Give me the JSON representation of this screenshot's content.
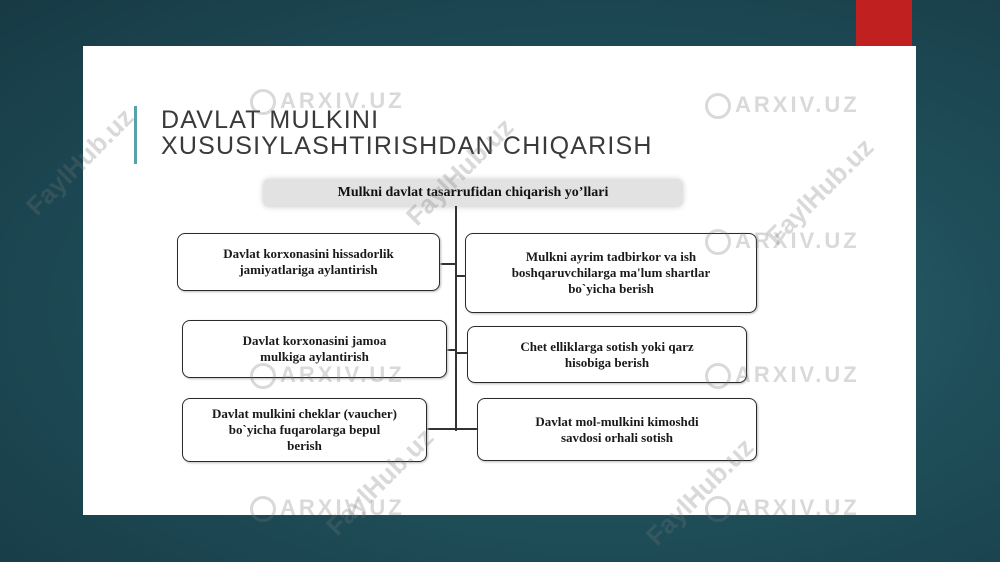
{
  "slide": {
    "title_line1": "DAVLAT MULKINI",
    "title_line2": "XUSUSIYLASHTIRISHDAN CHIQARISH"
  },
  "diagram": {
    "header": "Mulkni davlat tasarrufidan chiqarish yo’llari",
    "left_nodes": [
      "Davlat korxonasini hissadorlik\njamiyatlariga aylantirish",
      "Davlat korxonasini jamoa\nmulkiga aylantirish",
      "Davlat mulkini cheklar (vaucher)\nbo`yicha fuqarolarga bepul\nberish"
    ],
    "right_nodes": [
      "Mulkni ayrim tadbirkor va ish\nboshqaruvchilarga ma'lum shartlar\nbo`yicha berish",
      "Chet elliklarga sotish yoki qarz\nhisobiga berish",
      "Davlat mol-mulkini kimoshdi\nsavdosi orhali sotish"
    ]
  },
  "watermarks": {
    "arxiv": "ARXIV.UZ",
    "fayl": "FaylHub.uz"
  },
  "colors": {
    "accent_red": "#c0201f",
    "title_bar": "#5aa0a8",
    "background": "#1f4f5a"
  }
}
